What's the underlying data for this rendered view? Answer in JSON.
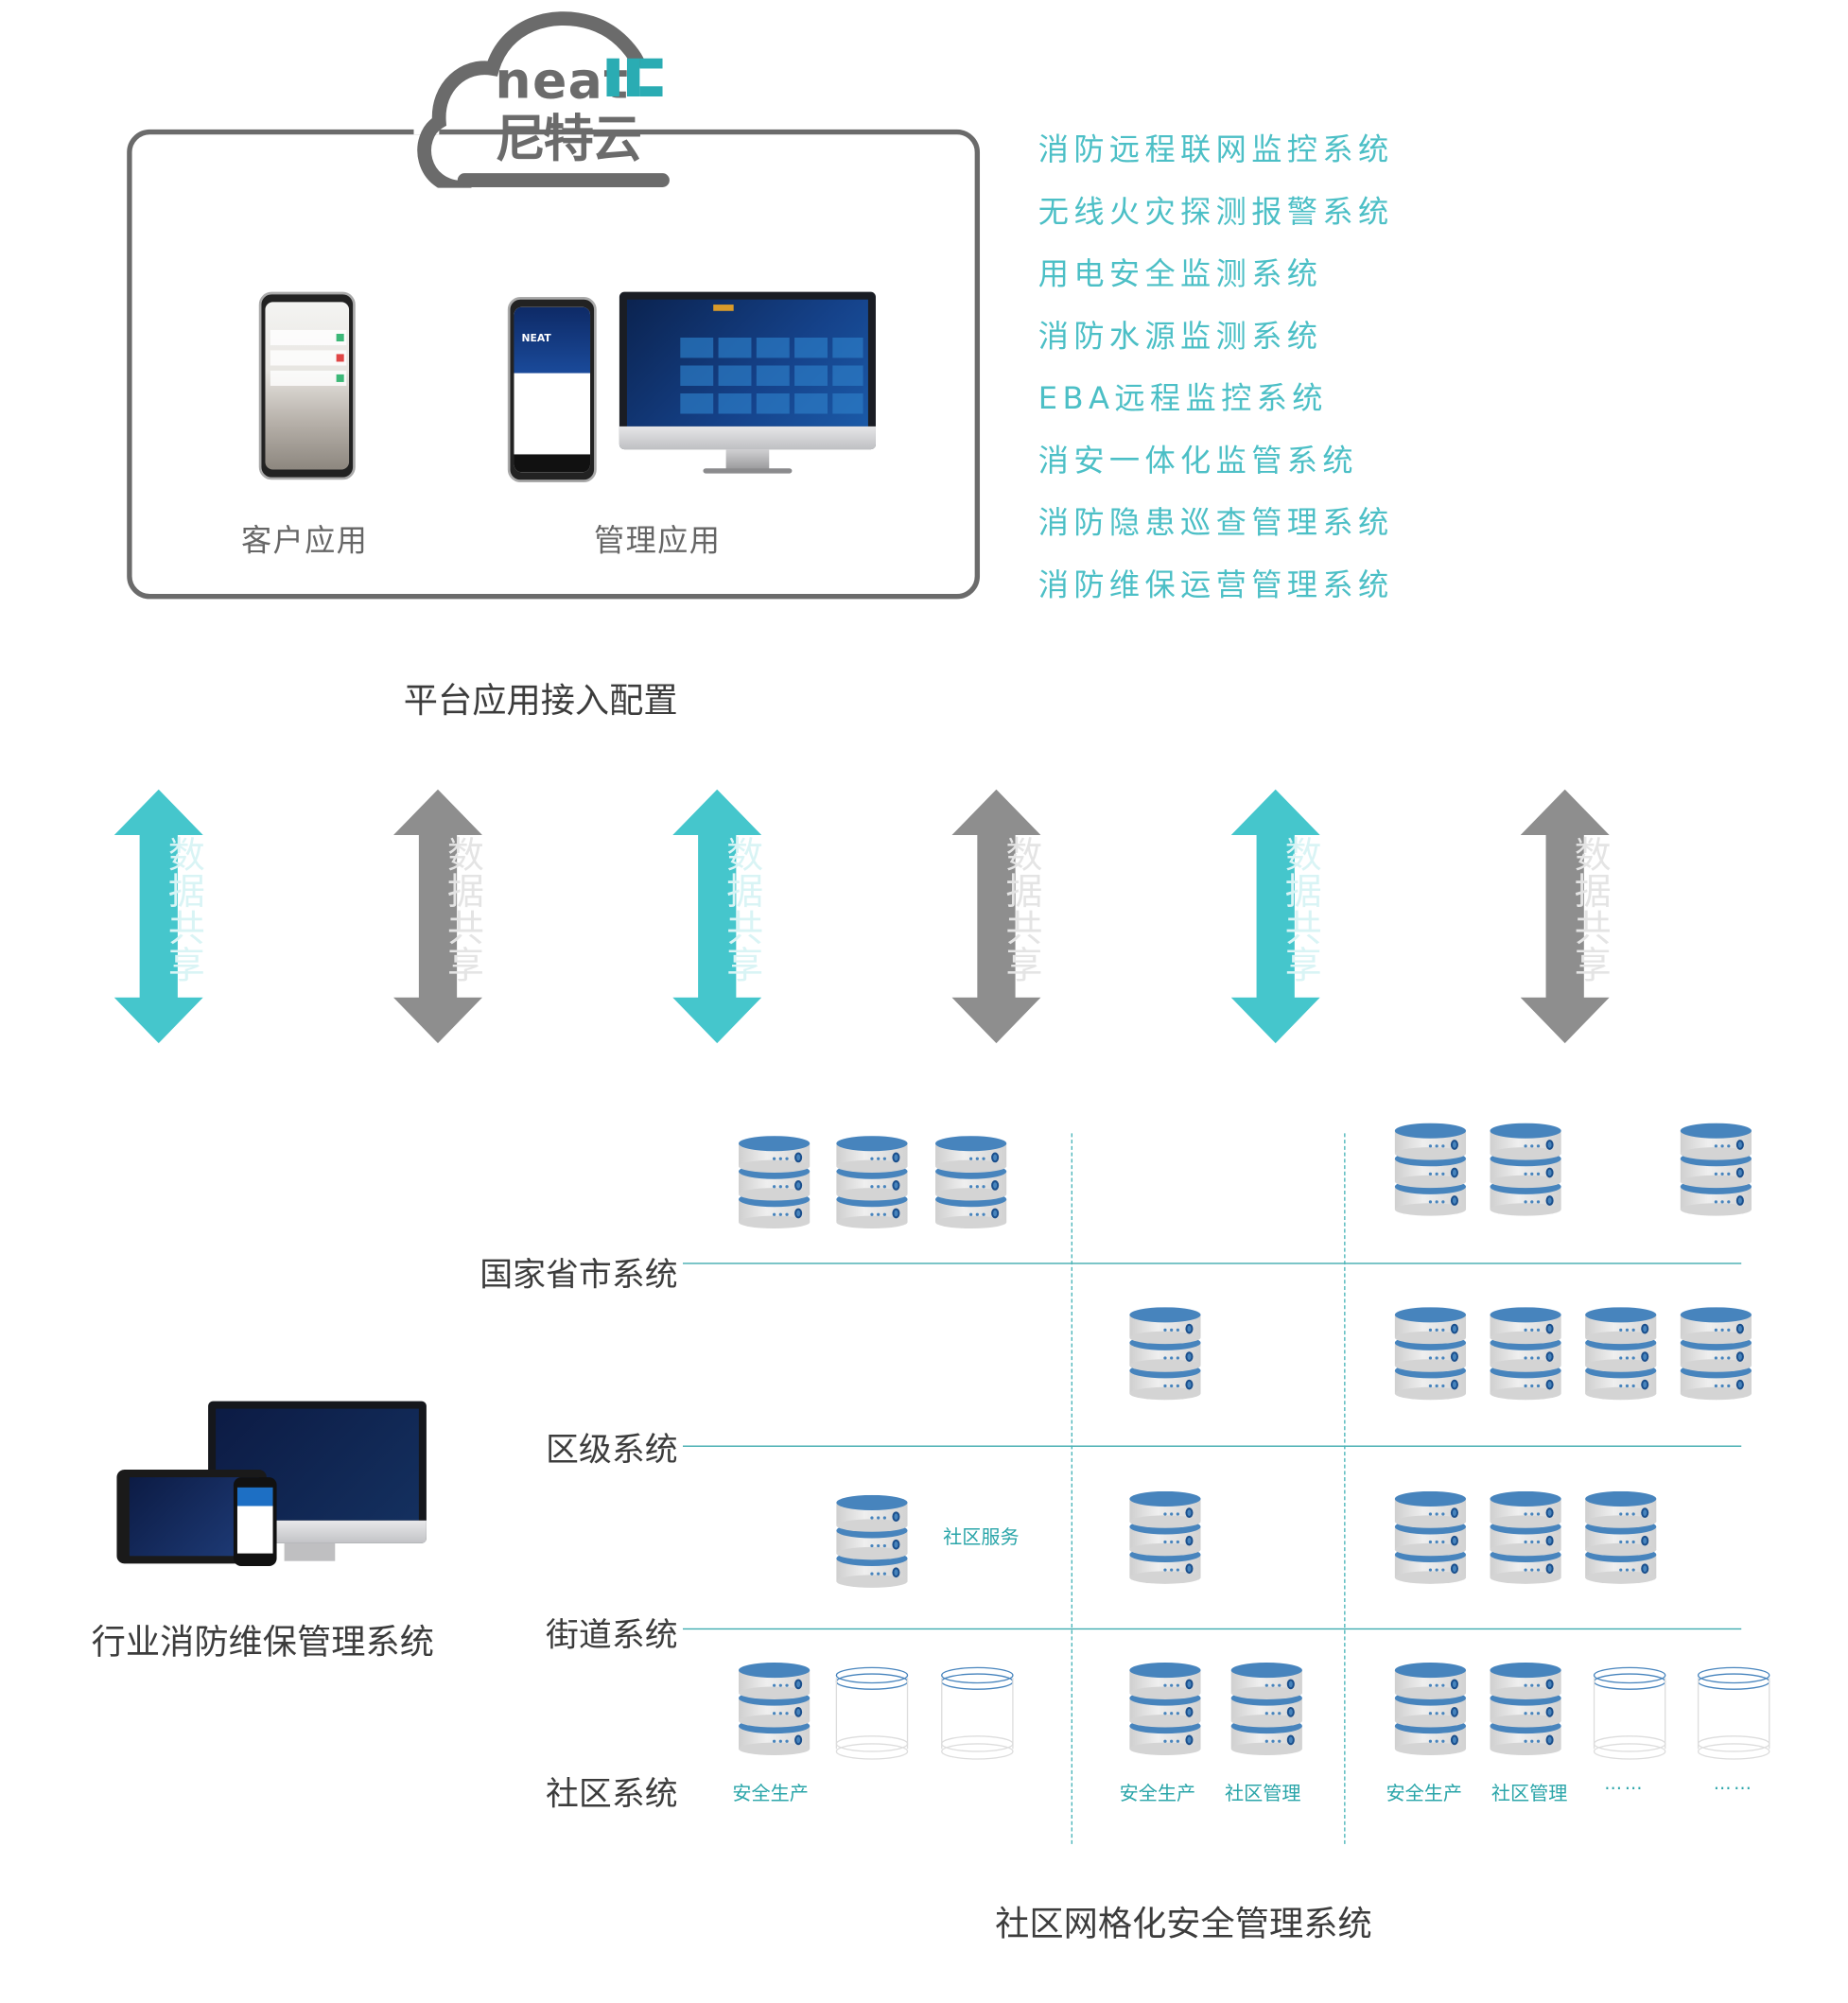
{
  "logo": {
    "latin": "neat",
    "chinese": "尼特云",
    "color_gray": "#6b6b6b",
    "color_accent": "#2aacb3"
  },
  "platform": {
    "apps": [
      {
        "label": "客户应用",
        "icon": "customer-phone-app"
      },
      {
        "label": "管理应用",
        "icon": "management-phone-and-monitor-app"
      }
    ],
    "caption": "平台应用接入配置"
  },
  "systems_list": {
    "color": "#4cbfc6",
    "items": [
      "消防远程联网监控系统",
      "无线火灾探测报警系统",
      "用电安全监测系统",
      "消防水源监测系统",
      "EBA远程监控系统",
      "消安一体化监管系统",
      "消防隐患巡查管理系统",
      "消防维保运营管理系统"
    ]
  },
  "data_share_arrows": {
    "label": "数据共享",
    "colors": {
      "teal": "#45c6cc",
      "gray": "#8e8e8e",
      "teal_text": "#d9f4f5",
      "gray_text": "#e4e4e4"
    },
    "items": [
      {
        "style": "teal"
      },
      {
        "style": "gray"
      },
      {
        "style": "teal"
      },
      {
        "style": "gray"
      },
      {
        "style": "teal"
      },
      {
        "style": "gray"
      }
    ]
  },
  "industry_system": {
    "label": "行业消防维保管理系统",
    "icon": "multi-device-dashboard"
  },
  "levels": [
    {
      "label": "国家省市系统"
    },
    {
      "label": "区级系统"
    },
    {
      "label": "街道系统"
    },
    {
      "label": "社区系统"
    }
  ],
  "grid": {
    "line_color": "#3aa9ad",
    "db_color": "#4784bd",
    "labels": {
      "community_service": "社区服务",
      "safety_production": "安全生产",
      "community_management": "社区管理",
      "ellipsis": "……"
    }
  },
  "bottom_caption": "社区网格化安全管理系统"
}
